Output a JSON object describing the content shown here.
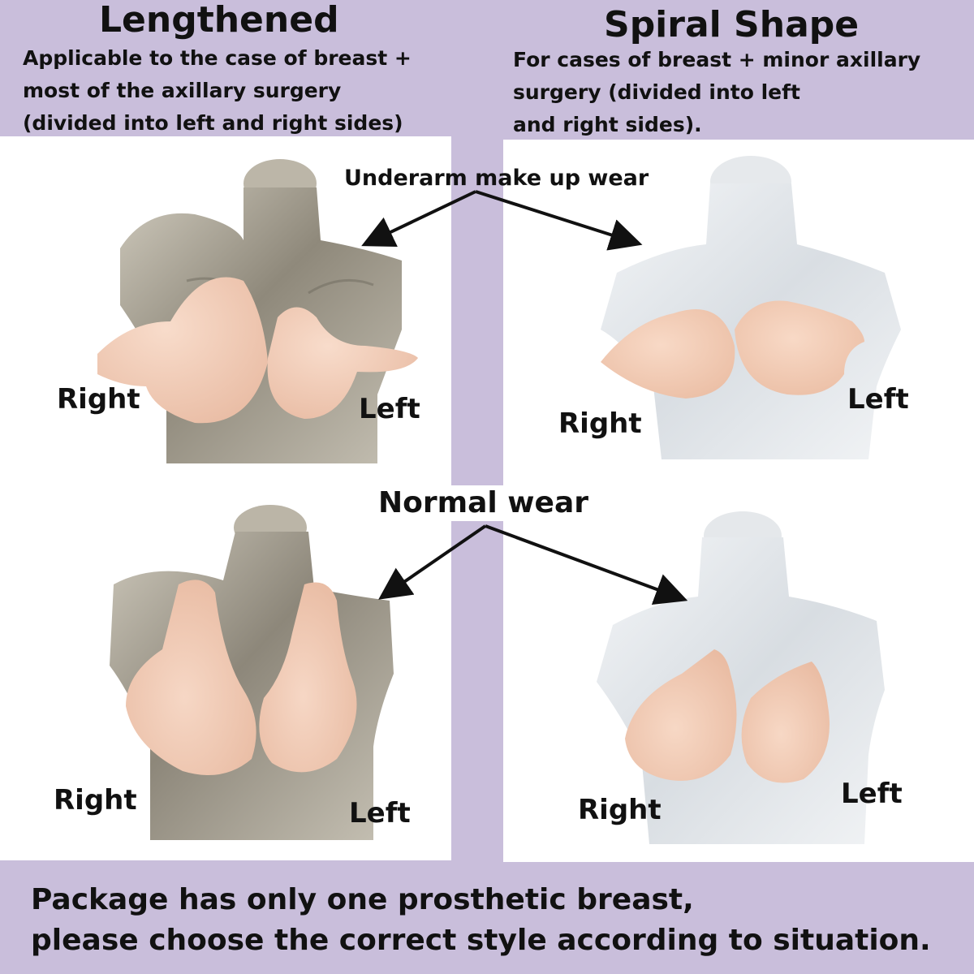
{
  "left_column": {
    "title": "Lengthened",
    "subtitle_lines": [
      "Applicable to the case of breast +",
      "most of the axillary surgery",
      "(divided into left and right sides)"
    ]
  },
  "right_column": {
    "title": "Spiral Shape",
    "subtitle_lines": [
      "For cases of breast + minor axillary",
      "surgery (divided into left",
      "and right sides)."
    ]
  },
  "callouts": {
    "underarm": "Underarm make up wear",
    "normal": "Normal wear"
  },
  "figures": {
    "top_left": {
      "right_label": "Right",
      "left_label": "Left"
    },
    "top_right": {
      "right_label": "Right",
      "left_label": "Left"
    },
    "bottom_left": {
      "right_label": "Right",
      "left_label": "Left"
    },
    "bottom_right": {
      "right_label": "Right",
      "left_label": "Left"
    }
  },
  "footer": {
    "line1": "Package has only one prosthetic breast,",
    "line2": "please choose the correct style according to situation."
  },
  "colors": {
    "background": "#c9bedb",
    "panel": "#ffffff",
    "silver_mannequin": "#9a9486",
    "white_mannequin": "#e8ecef",
    "prosthesis": "#f2c9b3"
  }
}
